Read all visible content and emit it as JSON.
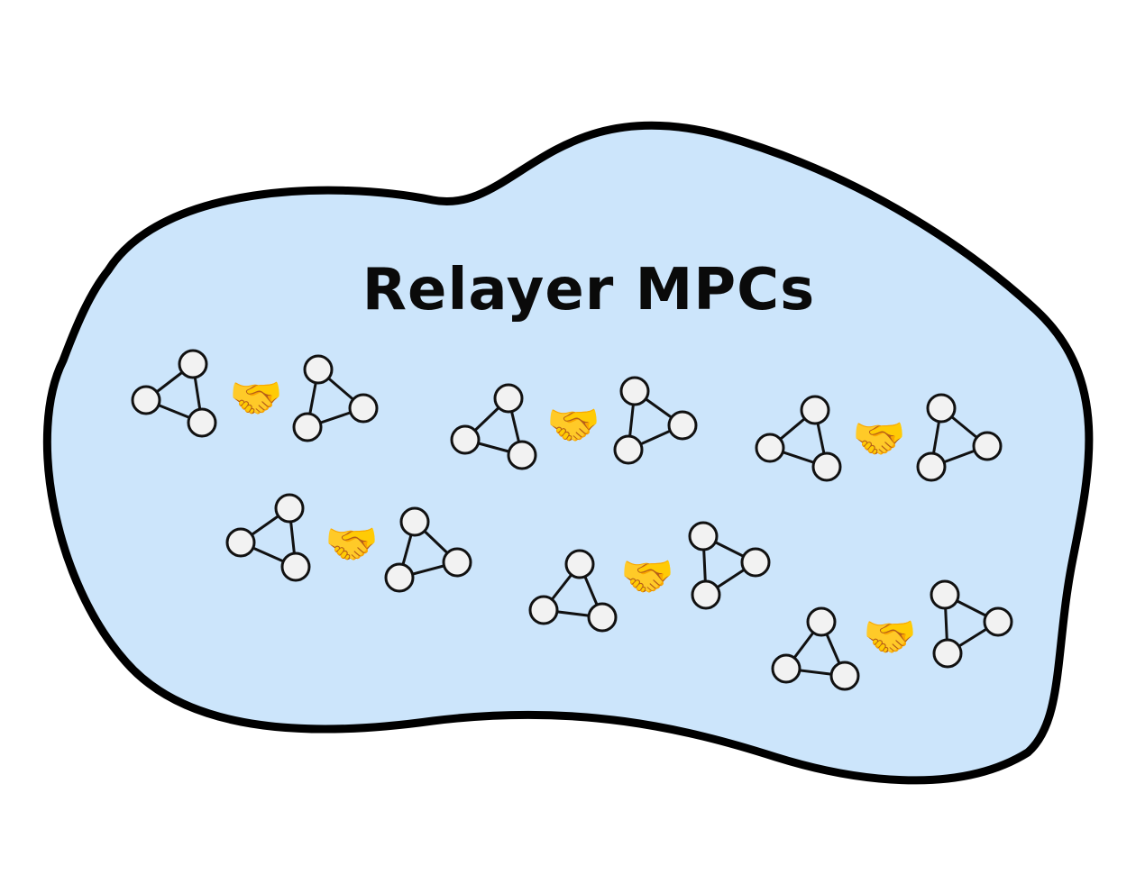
{
  "title": "Relayer MPCs",
  "colors": {
    "blob_fill": "#cce5fb",
    "blob_stroke": "#000000",
    "node_fill": "#f2f2f2",
    "node_stroke": "#111111",
    "edge": "#111111"
  },
  "icons": {
    "network": "triangle-network-icon",
    "handshake": "handshake-icon"
  },
  "groups": [
    {
      "name": "relayer-pair-1",
      "left_network": "network-icon",
      "connector": "🤝",
      "right_network": "network-icon"
    },
    {
      "name": "relayer-pair-2",
      "left_network": "network-icon",
      "connector": "🤝",
      "right_network": "network-icon"
    },
    {
      "name": "relayer-pair-3",
      "left_network": "network-icon",
      "connector": "🤝",
      "right_network": "network-icon"
    },
    {
      "name": "relayer-pair-4",
      "left_network": "network-icon",
      "connector": "🤝",
      "right_network": "network-icon"
    },
    {
      "name": "relayer-pair-5",
      "left_network": "network-icon",
      "connector": "🤝",
      "right_network": "network-icon"
    },
    {
      "name": "relayer-pair-6",
      "left_network": "network-icon",
      "connector": "🤝",
      "right_network": "network-icon"
    }
  ]
}
